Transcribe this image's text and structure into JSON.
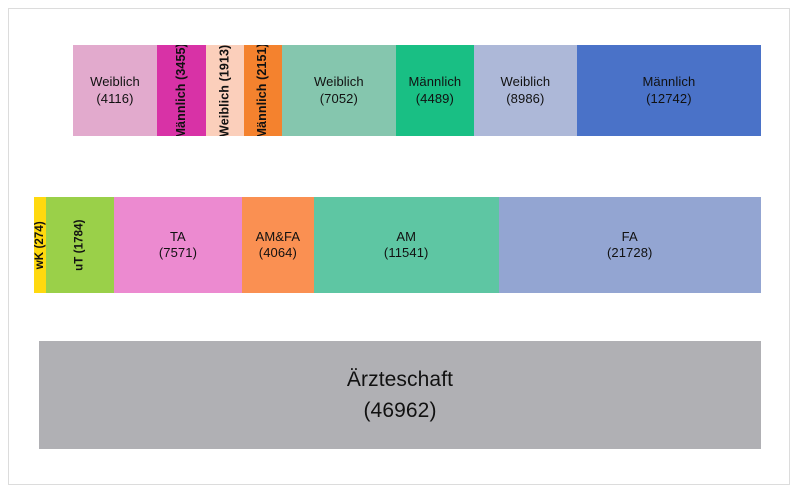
{
  "figure": {
    "background_color": "#ffffff",
    "frame_border_color": "#dcdcdc",
    "text_color": "#111111"
  },
  "chart_data": {
    "type": "bar",
    "subtype": "stacked-horizontal-hierarchy",
    "title": "",
    "xlabel": "",
    "ylabel": "",
    "grid": false,
    "legend": "none",
    "total": 46962,
    "levels": [
      {
        "name": "gender-split",
        "row_index": 0,
        "categories": [
          "Weiblich",
          "Männlich",
          "Weiblich",
          "Männlich",
          "Weiblich",
          "Männlich",
          "Weiblich",
          "Männlich"
        ],
        "values": [
          4116,
          3455,
          1913,
          2151,
          7052,
          4489,
          8986,
          12742
        ],
        "colors": [
          "#e2aacd",
          "#d832a6",
          "#fbcfbb",
          "#f4822e",
          "#85c6ae",
          "#19bf84",
          "#adb8d8",
          "#4a72c8"
        ],
        "orientations": [
          "horizontal",
          "vertical",
          "vertical",
          "vertical",
          "horizontal",
          "horizontal",
          "horizontal",
          "horizontal"
        ]
      },
      {
        "name": "qualification-split",
        "row_index": 1,
        "categories": [
          "wK",
          "uT",
          "TA",
          "AM&FA",
          "AM",
          "FA"
        ],
        "values": [
          274,
          1784,
          7571,
          4064,
          11541,
          21728
        ],
        "colors": [
          "#ffd90f",
          "#9ad049",
          "#ec8ad0",
          "#fa9052",
          "#5ec6a3",
          "#93a5d2"
        ],
        "orientations": [
          "vertical",
          "vertical",
          "horizontal",
          "horizontal",
          "horizontal",
          "horizontal"
        ]
      },
      {
        "name": "total",
        "row_index": 2,
        "categories": [
          "Ärzteschaft"
        ],
        "values": [
          46962
        ],
        "colors": [
          "#b0b0b4"
        ],
        "orientations": [
          "horizontal"
        ]
      }
    ]
  },
  "bars": {
    "gender": {
      "name": "gender-bar",
      "segments": [
        {
          "label": "Weiblich",
          "value": "(4116)",
          "width_pct": 12.19,
          "color": "#e2aacd",
          "orientation": "horizontal",
          "tight": false
        },
        {
          "label": "Männlich",
          "value": "(3455)",
          "width_pct": 7.13,
          "color": "#d832a6",
          "orientation": "vertical",
          "tight": false
        },
        {
          "label": "Weiblich",
          "value": "(1913)",
          "width_pct": 5.52,
          "color": "#fbcfbb",
          "orientation": "vertical",
          "tight": false
        },
        {
          "label": "Männlich",
          "value": "(2151)",
          "width_pct": 5.52,
          "color": "#f4822e",
          "orientation": "vertical",
          "tight": false
        },
        {
          "label": "Weiblich",
          "value": "(7052)",
          "width_pct": 16.57,
          "color": "#85c6ae",
          "orientation": "horizontal",
          "tight": false
        },
        {
          "label": "Männlich",
          "value": "(4489)",
          "width_pct": 11.34,
          "color": "#19bf84",
          "orientation": "horizontal",
          "tight": false
        },
        {
          "label": "Weiblich",
          "value": "(8986)",
          "width_pct": 14.97,
          "color": "#adb8d8",
          "orientation": "horizontal",
          "tight": false
        },
        {
          "label": "Männlich",
          "value": "(12742)",
          "width_pct": 26.76,
          "color": "#4a72c8",
          "orientation": "horizontal",
          "tight": false
        }
      ]
    },
    "qualification": {
      "name": "qualification-bar",
      "segments": [
        {
          "label": "wK",
          "value": "(274)",
          "width_pct": 1.65,
          "color": "#ffd90f",
          "orientation": "vertical",
          "tight": true
        },
        {
          "label": "uT",
          "value": "(1784)",
          "width_pct": 9.35,
          "color": "#9ad049",
          "orientation": "vertical",
          "tight": true
        },
        {
          "label": "TA",
          "value": "(7571)",
          "width_pct": 17.6,
          "color": "#ec8ad0",
          "orientation": "horizontal",
          "tight": false
        },
        {
          "label": "AM&FA",
          "value": "(4064)",
          "width_pct": 9.9,
          "color": "#fa9052",
          "orientation": "horizontal",
          "tight": false
        },
        {
          "label": "AM",
          "value": "(11541)",
          "width_pct": 25.4,
          "color": "#5ec6a3",
          "orientation": "horizontal",
          "tight": false
        },
        {
          "label": "FA",
          "value": "(21728)",
          "width_pct": 36.1,
          "color": "#93a5d2",
          "orientation": "horizontal",
          "tight": false
        }
      ]
    },
    "total": {
      "name": "total-bar",
      "segments": [
        {
          "label": "Ärzteschaft",
          "value": "(46962)",
          "width_pct": 100,
          "color": "#b0b0b4",
          "orientation": "horizontal",
          "tight": false
        }
      ]
    }
  }
}
